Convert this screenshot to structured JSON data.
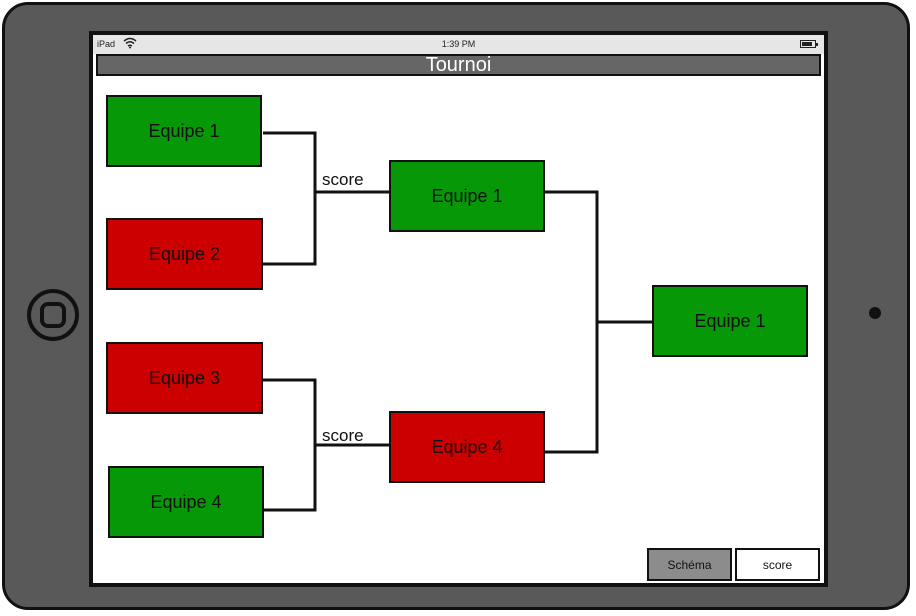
{
  "status_bar": {
    "carrier": "iPad",
    "time": "1:39 PM",
    "wifi_icon": "wifi-icon",
    "battery_icon": "battery-icon"
  },
  "title": "Tournoi",
  "round1": [
    {
      "name": "Equipe 1",
      "result": "win",
      "color": "#069806"
    },
    {
      "name": "Equipe 2",
      "result": "lose",
      "color": "#cc0000"
    },
    {
      "name": "Equipe 3",
      "result": "lose",
      "color": "#cc0000"
    },
    {
      "name": "Equipe 4",
      "result": "win",
      "color": "#069806"
    }
  ],
  "round2": [
    {
      "name": "Equipe 1",
      "result": "win",
      "color": "#069806"
    },
    {
      "name": "Equipe 4",
      "result": "lose",
      "color": "#cc0000"
    }
  ],
  "final": {
    "name": "Equipe 1",
    "result": "win",
    "color": "#069806"
  },
  "match_labels": [
    "score",
    "score"
  ],
  "tabs": [
    {
      "label": "Schéma",
      "active": true
    },
    {
      "label": "score",
      "active": false
    }
  ]
}
